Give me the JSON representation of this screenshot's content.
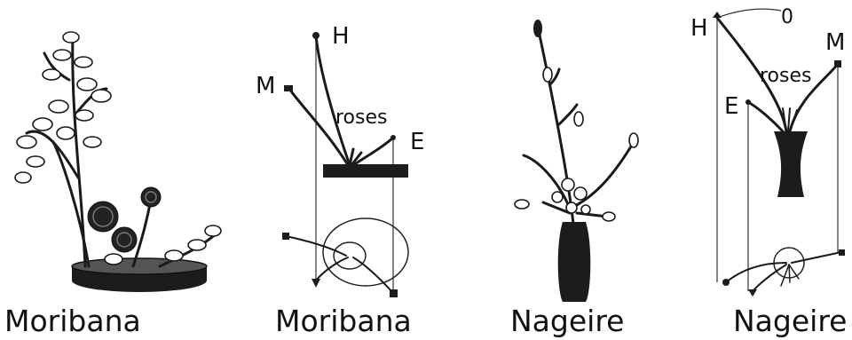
{
  "panels": [
    {
      "caption": "Moribana"
    },
    {
      "caption": "Moribana",
      "labels": {
        "h": "H",
        "m": "M",
        "e": "E",
        "note": "roses"
      }
    },
    {
      "caption": "Nageire"
    },
    {
      "caption": "Nageire",
      "labels": {
        "h": "H",
        "m": "M",
        "e": "E",
        "note": "roses",
        "angle": "0"
      }
    }
  ]
}
